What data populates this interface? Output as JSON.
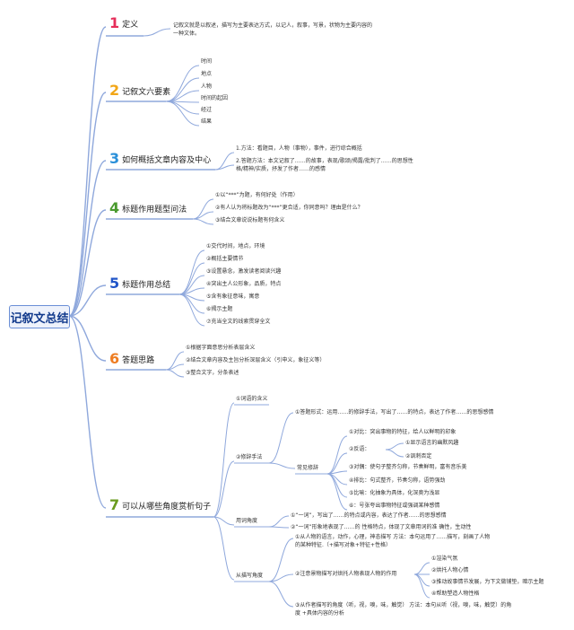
{
  "root": {
    "label": "记叙文总结",
    "color": "#1f4ea8"
  },
  "branches": [
    {
      "num": "1",
      "label": "定义",
      "numColor": "#e62e5a",
      "items": [
        "记叙文就是以叙述，描写为主要表达方式，以记人，叙事，写景，状物为主要内容的 一种文体。"
      ]
    },
    {
      "num": "2",
      "label": "记叙文六要素",
      "numColor": "#f2a617",
      "items": [
        "时间",
        "地点",
        "人物",
        "时间的起因",
        "经过",
        "结果"
      ]
    },
    {
      "num": "3",
      "label": "如何概括文章内容及中心",
      "numColor": "#2b90d9",
      "items": [
        "1.方法：看题目，人物（事物），事件，进行综合概括",
        "2.答题方法：本文记叙了……的故事，表现/歌颂/揭露/批判了……的思想性格/精神/实质，抒发了作者……的感情"
      ]
    },
    {
      "num": "4",
      "label": "标题作用题型问法",
      "numColor": "#4a9a2e",
      "items": [
        "①以“***”为题，有何好处（作用）",
        "②有人认为将标题改为“***”更合适，你同意吗？理由是什么？",
        "③结合文章说说标题有何含义"
      ]
    },
    {
      "num": "5",
      "label": "标题作用总结",
      "numColor": "#2156c8",
      "items": [
        "①交代时间，地点，环境",
        "②概括主要情节",
        "③设置悬念，激发读者阅读兴趣",
        "④突出主人公形象，品质，特点",
        "⑤含有象征意味，寓意",
        "⑥揭示主题",
        "⑦充当全文的线索贯穿全文"
      ]
    },
    {
      "num": "6",
      "label": "答题思路",
      "numColor": "#ee7d22",
      "items": [
        "①根据字面意思分析表层含义",
        "②结合文章内容及主旨分析深层含义（引申义，象征义等）",
        "③整合文字，分条表述"
      ]
    },
    {
      "num": "7",
      "label": "可以从哪些角度赏析句子",
      "numColor": "#6a9b1e",
      "items": []
    }
  ],
  "b7": {
    "l1": [
      "①词语的含义",
      "②修辞手法",
      "用词角度",
      "从描写角度"
    ],
    "rhetoric_formula": "①答题形式：运用……的修辞手法，写出了……的特点，表达了作者……的思想感情",
    "common_label": "常见修辞",
    "common": [
      "①对比：突出事物的特征，给人以鲜明的印象",
      "②反语：",
      "③对偶：使句子整齐匀称，节奏鲜明，富有音乐美",
      "④排比：句式整齐，节奏匀称，语势强劲",
      "⑤比喻：化抽象为具体，化深奥为浅显",
      "⑥：号张夸出事物特征或强调某种感情"
    ],
    "irony": [
      "①显示语言的幽默风趣",
      "②讽刺否定"
    ],
    "wording": [
      "①“一词”，写出了……的特点或内容，表达了作者……的思想感情",
      "②“一词”形象地表现了……的 性格特点，体现了文章用词的准 确性，生动性"
    ],
    "desc": [
      "①从人物的语言，动作，心理，神态描写 方法：本句运用了……描写，刻画了人物 的某种特征.（+描写对象+特征+性格）",
      "②注意景物描写对烘托人物表现人物的作用",
      "③从作者描写的角度（听，视，嗅，味，触觉） 方法：本句从听（视，嗅，味，触觉）的角度 +具体内容的分析"
    ],
    "scenery": [
      "①渲染气氛",
      "②烘托人物心情",
      "③推动故事情节发展，为下文做铺垫，暗示主题",
      "④帮助塑造人物性格"
    ]
  },
  "colors": {
    "line": "#8fa8dc",
    "underline": "#9aa6bd",
    "root_border": "#6b8fd6"
  }
}
